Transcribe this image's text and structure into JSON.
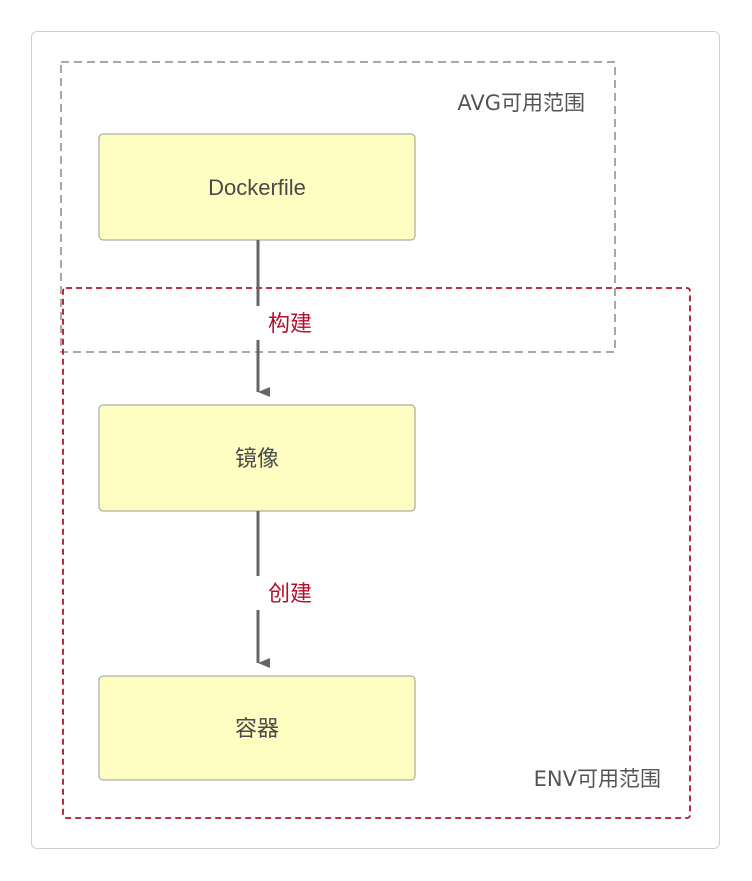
{
  "diagram": {
    "regions": {
      "avg": {
        "label": "AVG可用范围",
        "border_color": "#8c8c8c"
      },
      "env": {
        "label": "ENV可用范围",
        "border_color": "#b0122d"
      }
    },
    "nodes": {
      "dockerfile": {
        "label": "Dockerfile"
      },
      "image": {
        "label": "镜像"
      },
      "container": {
        "label": "容器"
      }
    },
    "edges": {
      "build": {
        "label": "构建",
        "from": "Dockerfile",
        "to": "镜像"
      },
      "create": {
        "label": "创建",
        "from": "镜像",
        "to": "容器"
      }
    },
    "colors": {
      "node_fill": "#fefec2",
      "node_border": "#9a9a9a",
      "arrow": "#666666",
      "edge_label": "#b0122d"
    }
  }
}
